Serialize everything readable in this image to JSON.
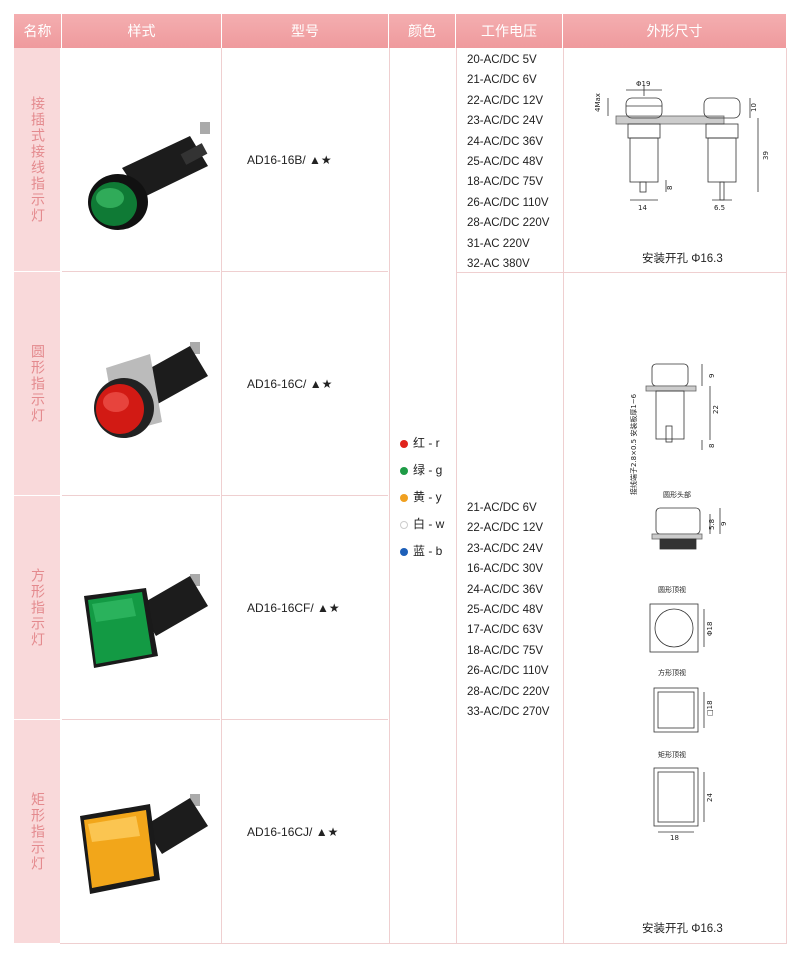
{
  "header": {
    "name": "名称",
    "style": "样式",
    "model": "型号",
    "color": "颜色",
    "voltage": "工作电压",
    "dimensions": "外形尺寸"
  },
  "rows": [
    {
      "name": "接插式接线指示灯",
      "model": "AD16-16B/ ▲★",
      "lens_color": "#1e9b46"
    },
    {
      "name": "圆形指示灯",
      "model": "AD16-16C/ ▲★",
      "lens_color": "#e0241c"
    },
    {
      "name": "方形指示灯",
      "model": "AD16-16CF/ ▲★",
      "lens_color": "#17a04a"
    },
    {
      "name": "矩形指示灯",
      "model": "AD16-16CJ/ ▲★",
      "lens_color": "#f2b21b"
    }
  ],
  "colors": [
    {
      "label": "红 - r",
      "hex": "#e0241c"
    },
    {
      "label": "绿 - g",
      "hex": "#1e9b46"
    },
    {
      "label": "黄 - y",
      "hex": "#f0a020"
    },
    {
      "label": "白 - w",
      "hex": "#ffffff"
    },
    {
      "label": "蓝 - b",
      "hex": "#1d5fb8"
    }
  ],
  "voltages_group1": [
    "20-AC/DC 5V",
    "21-AC/DC 6V",
    "22-AC/DC 12V",
    "23-AC/DC 24V",
    "24-AC/DC 36V",
    "25-AC/DC 48V",
    "18-AC/DC 75V",
    "26-AC/DC 110V",
    "28-AC/DC 220V",
    "31-AC 220V",
    "32-AC 380V"
  ],
  "voltages_group2": [
    "21-AC/DC 6V",
    "22-AC/DC 12V",
    "23-AC/DC 24V",
    "16-AC/DC 30V",
    "24-AC/DC 36V",
    "25-AC/DC 48V",
    "17-AC/DC 63V",
    "18-AC/DC 75V",
    "26-AC/DC 110V",
    "28-AC/DC 220V",
    "33-AC/DC 270V"
  ],
  "drawing1": {
    "dims": [
      "4Max",
      "Φ19",
      "10",
      "39",
      "8",
      "14",
      "6.5"
    ],
    "install_note": "安装开孔 Φ16.3"
  },
  "drawing2": {
    "side_dims": [
      "9",
      "22",
      "8"
    ],
    "side_note": "接线端子2.8×0.5 安装板厚1~6",
    "round_head_title": "圆形头部",
    "round_head_dims": [
      "5.8",
      "9"
    ],
    "round_top_title": "圆形顶视",
    "round_top_dim": "Φ18",
    "square_top_title": "方形顶视",
    "square_top_dim": "□18",
    "rect_top_title": "矩形顶视",
    "rect_top_dims": [
      "24",
      "18"
    ],
    "install_note": "安装开孔 Φ16.3"
  }
}
